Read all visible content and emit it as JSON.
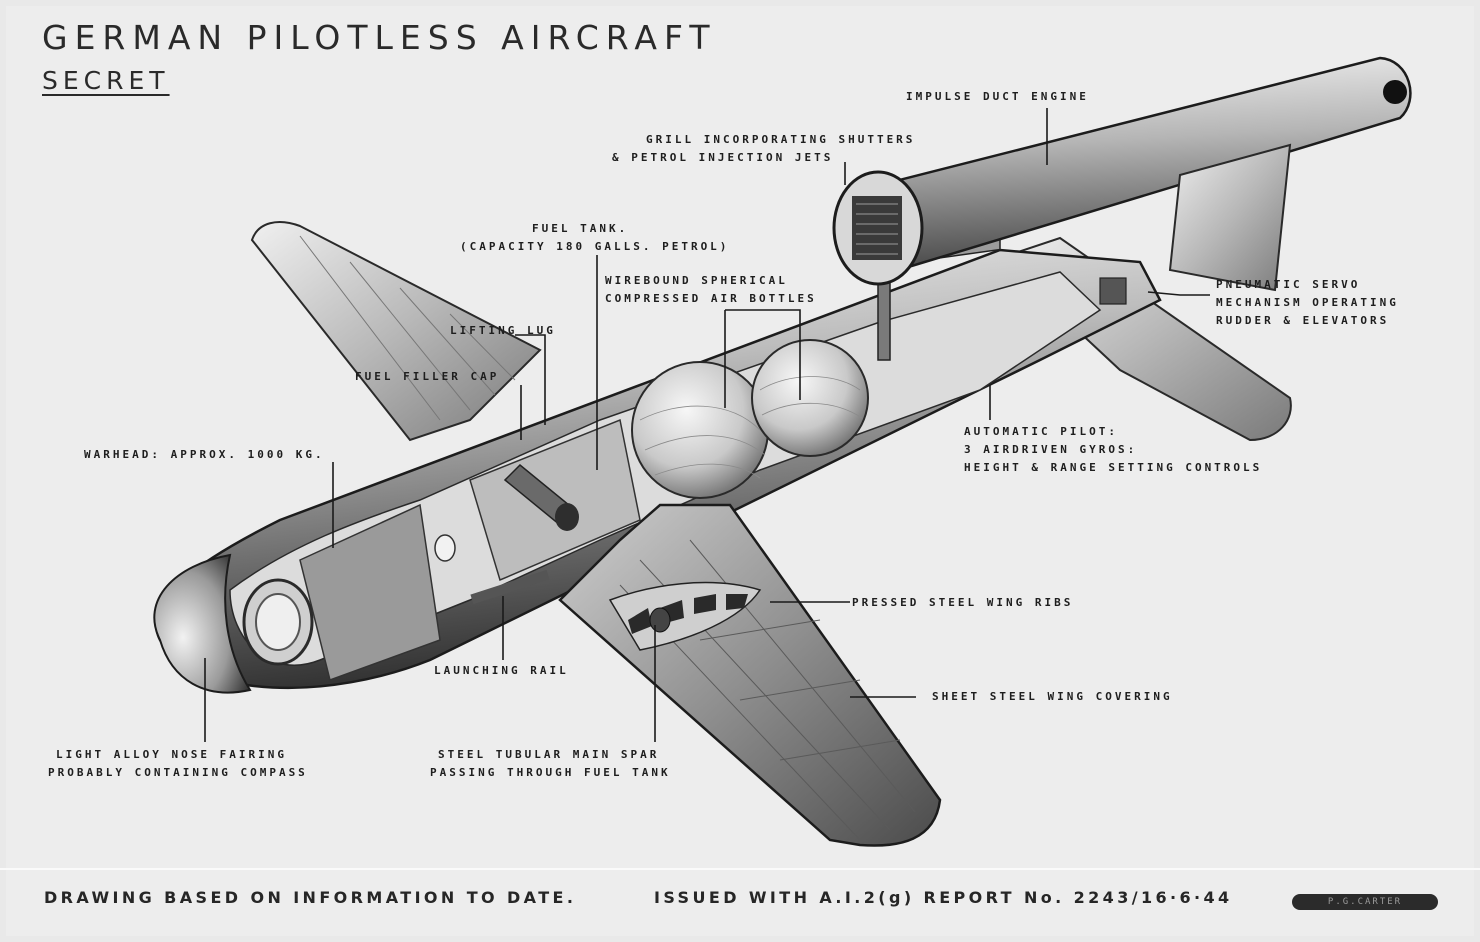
{
  "title": "GERMAN PILOTLESS AIRCRAFT",
  "subtitle": "SECRET",
  "labels": {
    "impulse_duct_engine": "IMPULSE DUCT ENGINE",
    "grill_line1": "GRILL INCORPORATING SHUTTERS",
    "grill_line2": "& PETROL INJECTION JETS",
    "fuel_tank_line1": "FUEL TANK.",
    "fuel_tank_line2": "(CAPACITY 180 GALLS. PETROL)",
    "air_bottles_line1": "WIREBOUND SPHERICAL",
    "air_bottles_line2": "COMPRESSED AIR BOTTLES",
    "lifting_lug": "LIFTING LUG",
    "fuel_filler_cap": "FUEL FILLER CAP",
    "warhead": "WARHEAD: APPROX. 1000 KG.",
    "servo_line1": "PNEUMATIC SERVO",
    "servo_line2": "MECHANISM OPERATING",
    "servo_line3": "RUDDER & ELEVATORS",
    "autopilot_line1": "AUTOMATIC PILOT:",
    "autopilot_line2": "3 AIRDRIVEN GYROS:",
    "autopilot_line3": "HEIGHT & RANGE SETTING CONTROLS",
    "wing_ribs": "PRESSED STEEL WING RIBS",
    "launching_rail": "LAUNCHING RAIL",
    "wing_covering": "SHEET STEEL WING COVERING",
    "nose_line1": "LIGHT ALLOY NOSE FAIRING",
    "nose_line2": "PROBABLY CONTAINING COMPASS",
    "spar_line1": "STEEL TUBULAR MAIN SPAR",
    "spar_line2": "PASSING THROUGH FUEL TANK"
  },
  "footer": {
    "drawing_note": "DRAWING BASED ON INFORMATION TO DATE.",
    "issued": "ISSUED WITH A.I.2(g) REPORT No. 2243/16·6·44",
    "stamp": "P.G.CARTER"
  },
  "colors": {
    "paper": "#ededed",
    "ink": "#1e1e1e",
    "metal_dark": "#3a3a3a",
    "metal_mid": "#8a8a8a",
    "metal_light": "#d8d8d8"
  }
}
